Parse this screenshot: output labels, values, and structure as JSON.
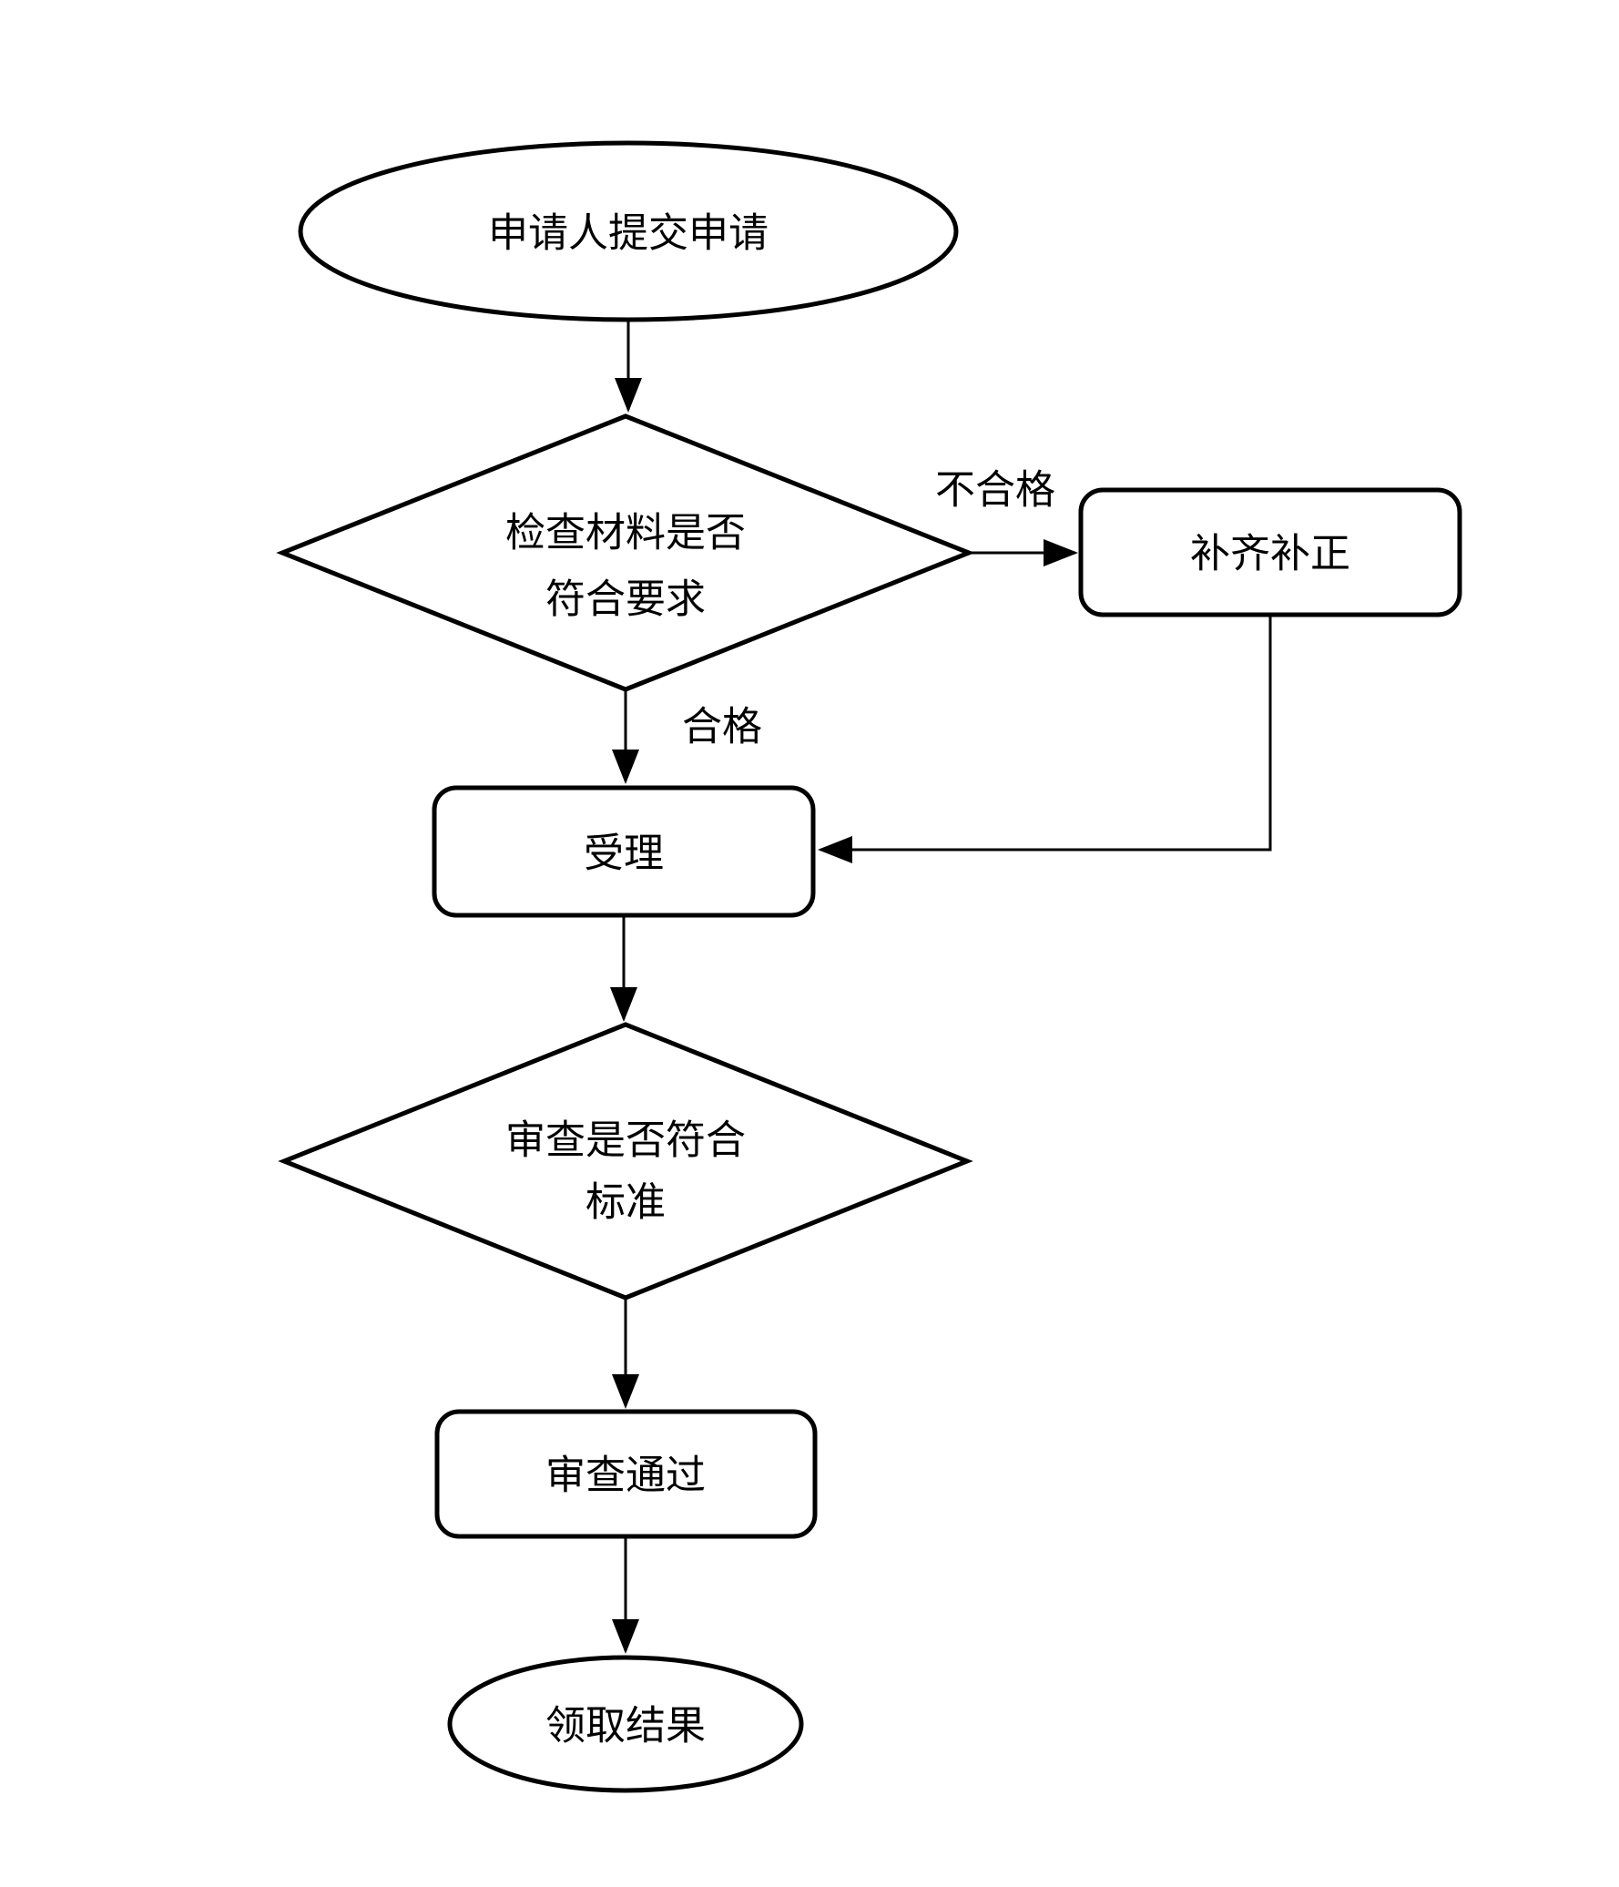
{
  "diagram": {
    "type": "flowchart",
    "colors": {
      "stroke": "#000000",
      "background": "#ffffff"
    },
    "nodes": {
      "start": {
        "shape": "ellipse",
        "label": "申请人提交申请"
      },
      "check": {
        "shape": "diamond",
        "label_line1": "检查材料是否",
        "label_line2": "符合要求"
      },
      "supplement": {
        "shape": "rounded-rect",
        "label": "补齐补正"
      },
      "accept": {
        "shape": "rounded-rect",
        "label": "受理"
      },
      "review": {
        "shape": "diamond",
        "label_line1": "审查是否符合",
        "label_line2": "标准"
      },
      "pass": {
        "shape": "rounded-rect",
        "label": "审查通过"
      },
      "end": {
        "shape": "ellipse",
        "label": "领取结果"
      }
    },
    "edge_labels": {
      "unqualified": "不合格",
      "qualified": "合格"
    },
    "edges": [
      {
        "from": "start",
        "to": "check"
      },
      {
        "from": "check",
        "to": "supplement",
        "label": "不合格"
      },
      {
        "from": "check",
        "to": "accept",
        "label": "合格"
      },
      {
        "from": "supplement",
        "to": "accept"
      },
      {
        "from": "accept",
        "to": "review"
      },
      {
        "from": "review",
        "to": "pass"
      },
      {
        "from": "pass",
        "to": "end"
      }
    ]
  }
}
